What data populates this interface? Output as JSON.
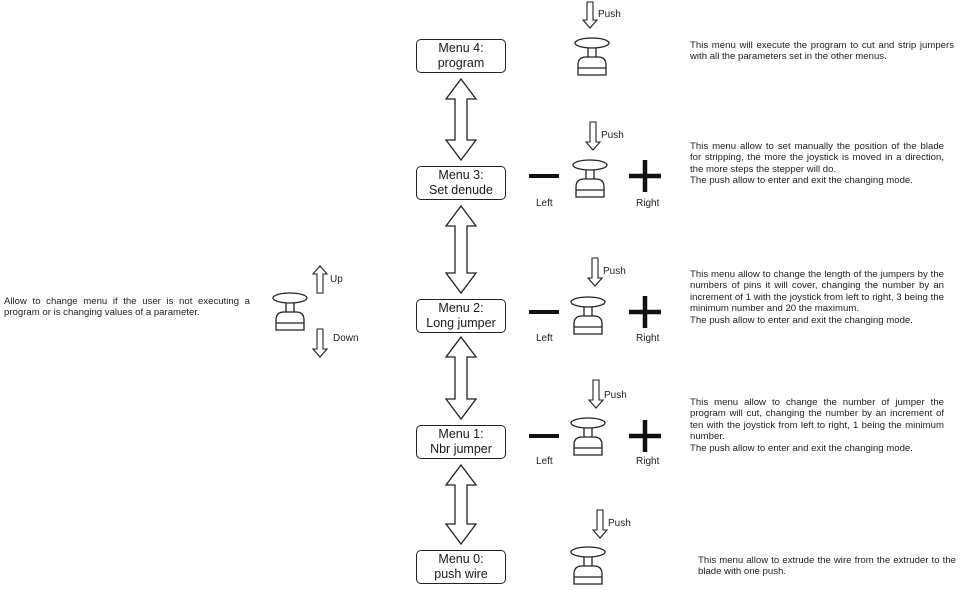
{
  "side_note": {
    "text": "Allow to change menu if the user is not executing a program or is changing values of a parameter.",
    "up_label": "Up",
    "down_label": "Down"
  },
  "menus": [
    {
      "id": "menu-4",
      "line1": "Menu 4:",
      "line2": "program",
      "push_label": "Push",
      "has_left_right": false,
      "description": [
        "This menu will execute the program to cut and strip jumpers with all the parameters set in the other menus."
      ]
    },
    {
      "id": "menu-3",
      "line1": "Menu 3:",
      "line2": "Set denude",
      "push_label": "Push",
      "has_left_right": true,
      "left_label": "Left",
      "right_label": "Right",
      "description": [
        "This menu allow to set manually the position of the blade for stripping, the more the joystick is moved in a direction, the more steps the stepper will do.",
        "The push allow to enter and exit the changing mode."
      ]
    },
    {
      "id": "menu-2",
      "line1": "Menu 2:",
      "line2": "Long jumper",
      "push_label": "Push",
      "has_left_right": true,
      "left_label": "Left",
      "right_label": "Right",
      "description": [
        "This menu allow to change the length of the jumpers by the numbers of pins it will cover, changing the number by an increment of 1 with the joystick from left to right, 3 being the minimum number and 20 the maximum.",
        "The push allow to enter and exit the changing mode."
      ]
    },
    {
      "id": "menu-1",
      "line1": "Menu 1:",
      "line2": "Nbr jumper",
      "push_label": "Push",
      "has_left_right": true,
      "left_label": "Left",
      "right_label": "Right",
      "description": [
        "This menu allow to change the number of jumper the program will cut, changing the number by an increment of ten with the joystick from left to right, 1 being the minimum number.",
        "The push allow to enter and exit the changing mode."
      ]
    },
    {
      "id": "menu-0",
      "line1": "Menu 0:",
      "line2": "push wire",
      "push_label": "Push",
      "has_left_right": false,
      "description": [
        "This menu allow to extrude the wire from the extruder to the blade with one push."
      ]
    }
  ]
}
